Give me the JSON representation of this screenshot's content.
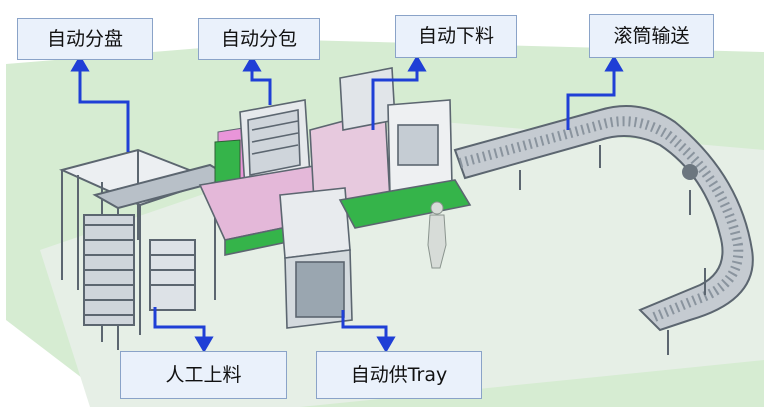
{
  "labels": {
    "auto_tray_split": "自动分盘",
    "auto_packing": "自动分包",
    "auto_unload": "自动下料",
    "roller_conveyor": "滚筒输送",
    "manual_load": "人工上料",
    "auto_tray_supply": "自动供Tray"
  },
  "colors": {
    "background_green": "#d6ecd2",
    "callout_fill": "#eaf1fb",
    "callout_border": "#8aa3c8",
    "arrow": "#1f3fd6",
    "frame": "#5c6670",
    "green_part": "#35b44a",
    "pink_part": "#e995d9"
  }
}
